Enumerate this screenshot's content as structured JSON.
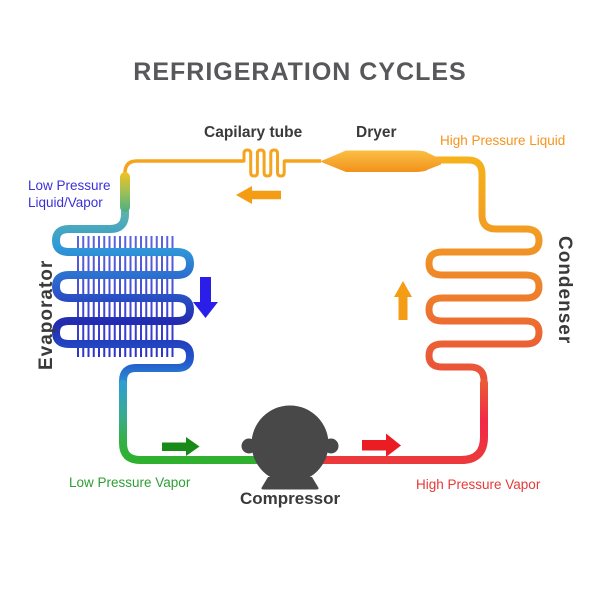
{
  "title": "REFRIGERATION CYCLES",
  "components": {
    "capillary_tube": {
      "label": "Capilary tube"
    },
    "dryer": {
      "label": "Dryer"
    },
    "evaporator": {
      "label": "Evaporator"
    },
    "condenser": {
      "label": "Condenser"
    },
    "compressor": {
      "label": "Compressor"
    }
  },
  "state_labels": {
    "high_pressure_liquid": {
      "text": "High Pressure Liquid",
      "color": "#F5941E"
    },
    "low_pressure_liquid_vapor": {
      "line1": "Low Pressure",
      "line2": "Liquid/Vapor",
      "color": "#3B30D8"
    },
    "low_pressure_vapor": {
      "text": "Low Pressure Vapor",
      "color": "#2E9E35"
    },
    "high_pressure_vapor": {
      "text": "High Pressure Vapor",
      "color": "#E43B38"
    }
  },
  "flow_arrows": [
    {
      "name": "expansion-flow",
      "direction": "left",
      "color": "#F59C15"
    },
    {
      "name": "evaporator-flow",
      "direction": "down",
      "color": "#2B1EE8"
    },
    {
      "name": "condenser-flow",
      "direction": "up",
      "color": "#F59C15"
    },
    {
      "name": "suction-flow",
      "direction": "right",
      "color": "#188A18"
    },
    {
      "name": "discharge-flow",
      "direction": "right",
      "color": "#EC1C24"
    }
  ],
  "palette": {
    "hot_pipe_yellow": "#F5A41D",
    "condenser_top": "#F6B11B",
    "condenser_bottom": "#E94F3A",
    "high_pressure_red": "#EB393C",
    "crimson_bend": "#F22846",
    "evaporator_teal": "#62B5A4",
    "evaporator_navy": "#232AAE",
    "low_pressure_green": "#2FB02F",
    "fin_blue": "#3B40D8",
    "compressor_gray": "#484848",
    "title_gray": "#58585B"
  }
}
